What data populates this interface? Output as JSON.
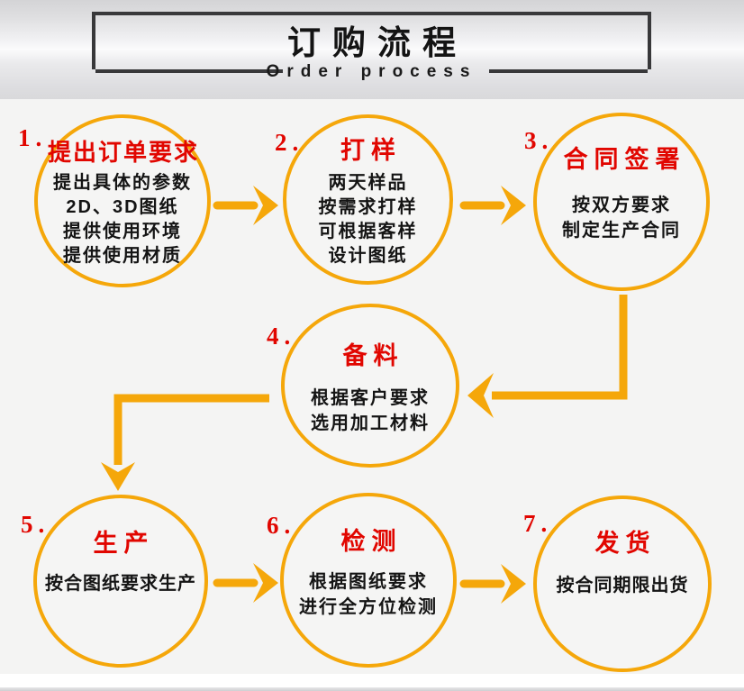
{
  "header": {
    "title": "订购流程",
    "subtitle": "Order process"
  },
  "steps": [
    {
      "number": "1.",
      "title": "提出订单要求",
      "lines": [
        "提出具体的参数",
        "2D、3D图纸",
        "提供使用环境",
        "提供使用材质"
      ]
    },
    {
      "number": "2.",
      "title": "打样",
      "lines": [
        "两天样品",
        "按需求打样",
        "可根据客样",
        "设计图纸"
      ]
    },
    {
      "number": "3.",
      "title": "合同签署",
      "lines": [
        "按双方要求",
        "制定生产合同"
      ]
    },
    {
      "number": "4.",
      "title": "备料",
      "lines": [
        "根据客户要求",
        "选用加工材料"
      ]
    },
    {
      "number": "5.",
      "title": "生产",
      "lines": [
        "按合图纸要求生产"
      ]
    },
    {
      "number": "6.",
      "title": "检测",
      "lines": [
        "根据图纸要求",
        "进行全方位检测"
      ]
    },
    {
      "number": "7.",
      "title": "发货",
      "lines": [
        "按合同期限出货"
      ]
    }
  ],
  "colors": {
    "accent_orange": "#f5a70a",
    "step_red": "#e10600",
    "text_black": "#141414",
    "box_border": "#38383a",
    "band_gray": "#d9d9db",
    "page_bg": "#f4f4f3"
  }
}
